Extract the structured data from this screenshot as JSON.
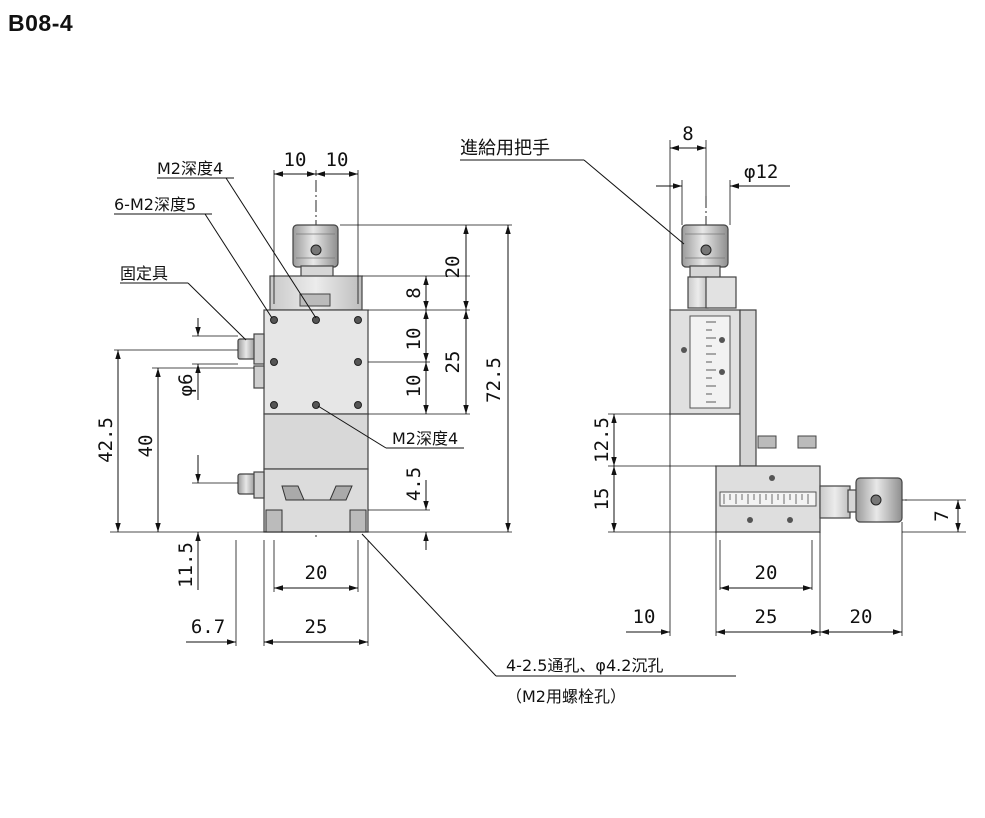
{
  "title": "B08-4",
  "labels": {
    "m2_depth4_top": "M2深度4",
    "six_m2_depth5": "6-M2深度5",
    "fixing_part": "固定具",
    "m2_depth4_bottom": "M2深度4",
    "feed_handle": "進給用把手",
    "holes_line1": "4-2.5通孔、φ4.2沉孔",
    "holes_line2": "（M2用螺栓孔）"
  },
  "dims": {
    "top_10a": "10",
    "top_10b": "10",
    "d20_right": "20",
    "d8": "8",
    "d10a": "10",
    "d25_right": "25",
    "d10b": "10",
    "d72_5": "72.5",
    "d4_5": "4.5",
    "d42_5": "42.5",
    "d40": "40",
    "d_phi6": "φ6",
    "d11_5": "11.5",
    "bot_20": "20",
    "bot_25": "25",
    "bot_6_7": "6.7",
    "side_8": "8",
    "side_phi12": "φ12",
    "side_12_5": "12.5",
    "side_15": "15",
    "side_7": "7",
    "side_bot_20": "20",
    "side_bot_10": "10",
    "side_bot_25": "25",
    "side_bot_20b": "20"
  }
}
